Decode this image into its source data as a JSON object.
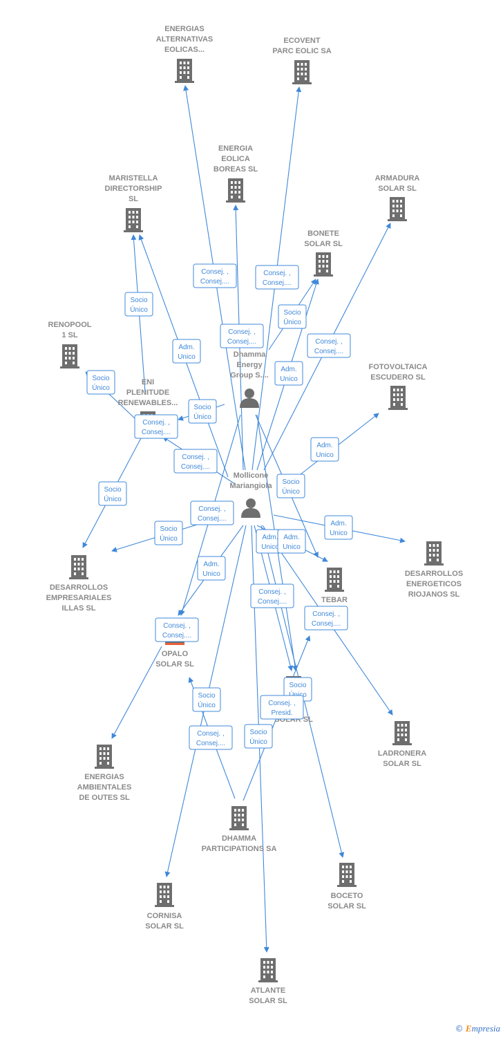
{
  "colors": {
    "edge": "#3f88d9",
    "node_icon": "#6e6e6e",
    "node_label": "#8a8a8a",
    "highlight": "#e8613a"
  },
  "nodes": [
    {
      "id": "energias_alt",
      "type": "company",
      "lines": [
        "ENERGIAS",
        "ALTERNATIVAS",
        "EOLICAS..."
      ]
    },
    {
      "id": "ecovent",
      "type": "company",
      "lines": [
        "ECOVENT",
        "PARC EOLIC SA"
      ]
    },
    {
      "id": "energia_eolica",
      "type": "company",
      "lines": [
        "ENERGIA",
        "EOLICA",
        "BOREAS SL"
      ]
    },
    {
      "id": "maristella",
      "type": "company",
      "lines": [
        "MARISTELLA",
        "DIRECTORSHIP",
        "SL"
      ]
    },
    {
      "id": "armadura",
      "type": "company",
      "lines": [
        "ARMADURA",
        "SOLAR SL"
      ]
    },
    {
      "id": "bonete",
      "type": "company",
      "lines": [
        "BONETE",
        "SOLAR SL"
      ]
    },
    {
      "id": "renopool",
      "type": "company",
      "lines": [
        "RENOPOOL",
        "1 SL"
      ]
    },
    {
      "id": "dhamma_group",
      "type": "person",
      "lines": [
        "Dhamma",
        "Energy",
        "Group S...."
      ]
    },
    {
      "id": "fotovoltaica",
      "type": "company",
      "lines": [
        "FOTOVOLTAICA",
        "ESCUDERO SL"
      ]
    },
    {
      "id": "eni",
      "type": "company",
      "lines": [
        "ENI",
        "PLENITUDE",
        "RENEWABLES..."
      ]
    },
    {
      "id": "mollicone",
      "type": "person",
      "lines": [
        "Mollicone",
        "Mariangiola"
      ]
    },
    {
      "id": "desarrollos_illas",
      "type": "company",
      "lines": [
        "DESARROLLOS",
        "EMPRESARIALES",
        "ILLAS SL"
      ]
    },
    {
      "id": "desarrollos_riojanos",
      "type": "company",
      "lines": [
        "DESARROLLOS",
        "ENERGETICOS",
        "RIOJANOS SL"
      ]
    },
    {
      "id": "tebar",
      "type": "company",
      "lines": [
        "TEBAR",
        "AU"
      ]
    },
    {
      "id": "opalo",
      "type": "company",
      "lines": [
        "OPALO",
        "SOLAR SL"
      ],
      "highlight": true
    },
    {
      "id": "dia_solar",
      "type": "company",
      "lines": [
        "DIA",
        "SOLAR SL"
      ]
    },
    {
      "id": "energias_amb",
      "type": "company",
      "lines": [
        "ENERGIAS",
        "AMBIENTALES",
        "DE OUTES SL"
      ]
    },
    {
      "id": "ladronera",
      "type": "company",
      "lines": [
        "LADRONERA",
        "SOLAR SL"
      ]
    },
    {
      "id": "dhamma_part",
      "type": "company",
      "lines": [
        "DHAMMA",
        "PARTICIPATIONS SA"
      ]
    },
    {
      "id": "boceto",
      "type": "company",
      "lines": [
        "BOCETO",
        "SOLAR SL"
      ]
    },
    {
      "id": "cornisa",
      "type": "company",
      "lines": [
        "CORNISA",
        "SOLAR SL"
      ]
    },
    {
      "id": "atlante",
      "type": "company",
      "lines": [
        "ATLANTE",
        "SOLAR SL"
      ]
    }
  ],
  "edges": [
    {
      "from": "mollicone",
      "to": "energias_alt"
    },
    {
      "from": "mollicone",
      "to": "ecovent"
    },
    {
      "from": "mollicone",
      "to": "energia_eolica"
    },
    {
      "from": "mollicone",
      "to": "maristella"
    },
    {
      "from": "mollicone",
      "to": "armadura"
    },
    {
      "from": "mollicone",
      "to": "bonete"
    },
    {
      "from": "dhamma_group",
      "to": "bonete"
    },
    {
      "from": "mollicone",
      "to": "fotovoltaica"
    },
    {
      "from": "mollicone",
      "to": "eni"
    },
    {
      "from": "dhamma_group",
      "to": "eni"
    },
    {
      "from": "eni",
      "to": "maristella"
    },
    {
      "from": "eni",
      "to": "renopool"
    },
    {
      "from": "eni",
      "to": "desarrollos_illas"
    },
    {
      "from": "mollicone",
      "to": "desarrollos_illas"
    },
    {
      "from": "mollicone",
      "to": "desarrollos_riojanos"
    },
    {
      "from": "mollicone",
      "to": "tebar"
    },
    {
      "from": "dhamma_group",
      "to": "tebar"
    },
    {
      "from": "mollicone",
      "to": "opalo"
    },
    {
      "from": "dhamma_group",
      "to": "opalo"
    },
    {
      "from": "mollicone",
      "to": "dia_solar"
    },
    {
      "from": "dhamma_group",
      "to": "dia_solar"
    },
    {
      "from": "opalo",
      "to": "energias_amb"
    },
    {
      "from": "mollicone",
      "to": "ladronera"
    },
    {
      "from": "dhamma_part",
      "to": "opalo"
    },
    {
      "from": "dhamma_part",
      "to": "dia_solar"
    },
    {
      "from": "mollicone",
      "to": "boceto"
    },
    {
      "from": "mollicone",
      "to": "cornisa"
    },
    {
      "from": "mollicone",
      "to": "atlante"
    }
  ],
  "relations": [
    {
      "lines": [
        "Consej. ,",
        "Consej...."
      ]
    },
    {
      "lines": [
        "Consej. ,",
        "Consej...."
      ]
    },
    {
      "lines": [
        "Consej. ,",
        "Consej...."
      ]
    },
    {
      "lines": [
        "Socio",
        "Único"
      ]
    },
    {
      "lines": [
        "Socio",
        "Único"
      ]
    },
    {
      "lines": [
        "Consej. ,",
        "Consej...."
      ]
    },
    {
      "lines": [
        "Adm.",
        "Unico"
      ]
    },
    {
      "lines": [
        "Adm.",
        "Unico"
      ]
    },
    {
      "lines": [
        "Socio",
        "Único"
      ]
    },
    {
      "lines": [
        "Socio",
        "Único"
      ]
    },
    {
      "lines": [
        "Consej. ,",
        "Consej...."
      ]
    },
    {
      "lines": [
        "Consej. ,",
        "Consej...."
      ]
    },
    {
      "lines": [
        "Adm.",
        "Unico"
      ]
    },
    {
      "lines": [
        "Socio",
        "Único"
      ]
    },
    {
      "lines": [
        "Socio",
        "Único"
      ]
    },
    {
      "lines": [
        "Consej. ,",
        "Consej...."
      ]
    },
    {
      "lines": [
        "Adm.",
        "Unico"
      ]
    },
    {
      "lines": [
        "Socio",
        "Único"
      ]
    },
    {
      "lines": [
        "Adm.",
        "Unico"
      ]
    },
    {
      "lines": [
        "Adm.",
        "Unico"
      ]
    },
    {
      "lines": [
        "Adm.",
        "Unico"
      ]
    },
    {
      "lines": [
        "Consej. ,",
        "Consej...."
      ]
    },
    {
      "lines": [
        "Consej. ,",
        "Consej...."
      ]
    },
    {
      "lines": [
        "Consej. ,",
        "Consej...."
      ]
    },
    {
      "lines": [
        "Socio",
        "Único"
      ]
    },
    {
      "lines": [
        "Consej. ,",
        "Presid."
      ]
    },
    {
      "lines": [
        "Socio",
        "Único"
      ]
    },
    {
      "lines": [
        "Consej. ,",
        "Consej...."
      ]
    },
    {
      "lines": [
        "Socio",
        "Único"
      ]
    }
  ],
  "footer": {
    "copyright": "©",
    "brand_first": "E",
    "brand_rest": "mpresia"
  }
}
